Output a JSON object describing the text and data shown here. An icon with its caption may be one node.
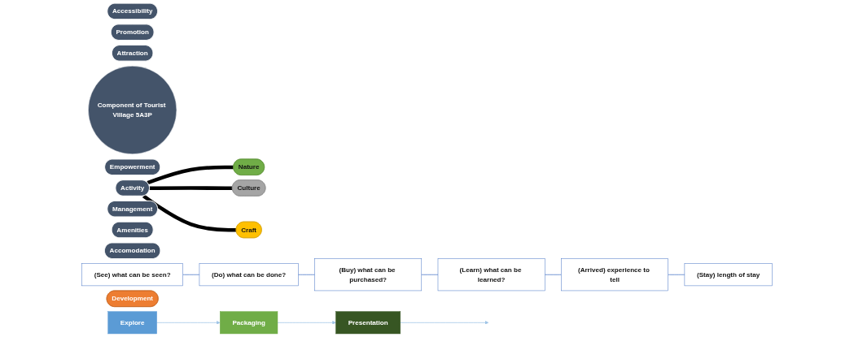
{
  "diagram": {
    "nodes": [
      {
        "text": [
          "Accessibility"
        ]
      },
      {
        "text": [
          "Promotion"
        ]
      },
      {
        "text": [
          "Attraction"
        ]
      },
      {
        "text": [
          "Component of Tourist Village 5A3P"
        ]
      },
      {
        "text": [
          "Empowerment"
        ]
      },
      {
        "text": [
          "Activity"
        ]
      },
      {
        "text": [
          "Management"
        ]
      },
      {
        "text": [
          "Amenities"
        ]
      },
      {
        "text": [
          "Accomodation"
        ]
      },
      {
        "text": [
          "Nature"
        ]
      },
      {
        "text": [
          "Culture"
        ]
      },
      {
        "text": [
          "Craft"
        ]
      },
      {
        "text": [
          "(See) what can be seen?"
        ]
      },
      {
        "text": [
          "(Do) what can be done?"
        ]
      },
      {
        "text": [
          "(Buy) what can be purchased?"
        ]
      },
      {
        "text": [
          "(Learn) what can be learned?"
        ]
      },
      {
        "text": [
          "(Arrived) experience to tell"
        ]
      },
      {
        "text": [
          "(Stay) length of stay"
        ]
      },
      {
        "text": [
          "Development"
        ]
      },
      {
        "text": [
          "Explore"
        ]
      },
      {
        "text": [
          "Packaging"
        ]
      },
      {
        "text": [
          "Presentation"
        ]
      }
    ],
    "edges": [
      {
        "from": 5,
        "to": 9,
        "arrow": "none",
        "style": "thick",
        "color": "#000000"
      },
      {
        "from": 5,
        "to": 10,
        "arrow": "none",
        "style": "thick",
        "color": "#000000"
      },
      {
        "from": 5,
        "to": 11,
        "arrow": "none",
        "style": "thick",
        "color": "#000000"
      },
      {
        "from": 12,
        "to": 13,
        "arrow": "none",
        "color": "#4472c4"
      },
      {
        "from": 13,
        "to": 14,
        "arrow": "none",
        "color": "#4472c4"
      },
      {
        "from": 14,
        "to": 15,
        "arrow": "none",
        "color": "#4472c4"
      },
      {
        "from": 15,
        "to": 16,
        "arrow": "none",
        "color": "#4472c4"
      },
      {
        "from": 16,
        "to": 17,
        "arrow": "none",
        "color": "#4472c4"
      },
      {
        "from": 19,
        "to": 20,
        "arrow": "to",
        "color": "#9dc3e6"
      },
      {
        "from": 20,
        "to": 21,
        "arrow": "to",
        "color": "#9dc3e6"
      },
      {
        "from": 21,
        "to": null,
        "arrow": "to",
        "color": "#9dc3e6"
      }
    ]
  }
}
